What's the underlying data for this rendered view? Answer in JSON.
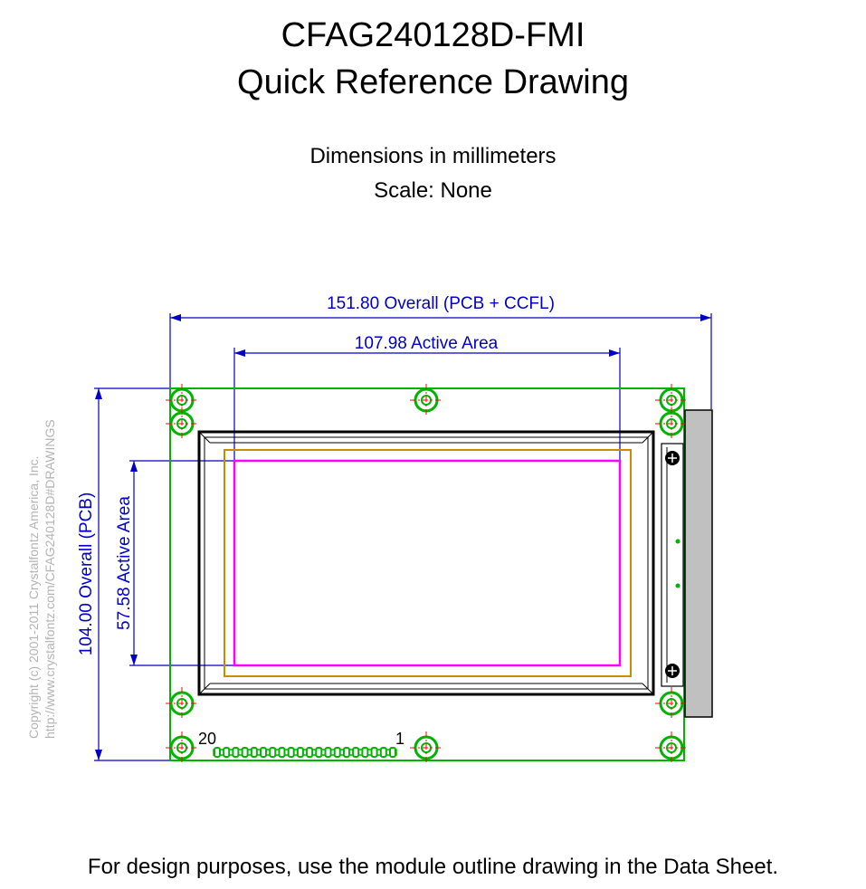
{
  "header": {
    "title_line1": "CFAG240128D-FMI",
    "title_line2": "Quick Reference Drawing",
    "units": "Dimensions in millimeters",
    "scale": "Scale: None"
  },
  "dimensions": {
    "overall_width": "151.80 Overall (PCB + CCFL)",
    "active_width": "107.98 Active Area",
    "overall_height": "104.00 Overall (PCB)",
    "active_height": "57.58 Active Area"
  },
  "connector": {
    "pin_left": "20",
    "pin_right": "1",
    "pin_count": 20
  },
  "copyright": {
    "line1": "Copyright (c) 2001-2011 Crystalfontz America, Inc.",
    "line2": "http://www.crystalfontz.com/CFAG240128D#DRAWINGS"
  },
  "footer": {
    "note": "For design purposes, use the module outline drawing in the Data Sheet."
  },
  "colors": {
    "pcb": "#00b400",
    "dimension": "#0000c8",
    "active_area": "#ff00ff",
    "viewing_area": "#c88c00",
    "crosshair": "#ff0000"
  }
}
